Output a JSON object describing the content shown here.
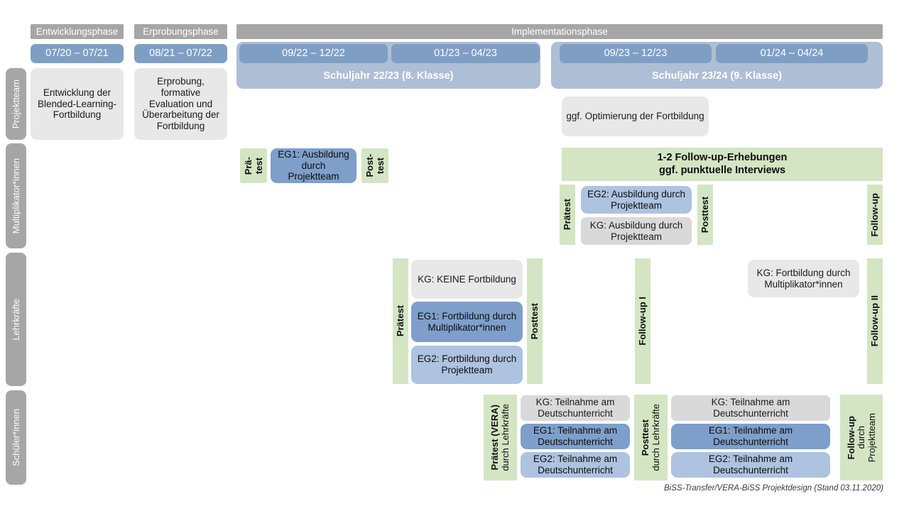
{
  "title": "BiSS-Transfer/VERA-BiSS Projektdesign",
  "colors": {
    "gray_header": "#a6a6a6",
    "date_pill": "#7f9ec4",
    "year_wrap": "#aebed5",
    "eg1": "#7f9fcb",
    "eg2": "#adc3e0",
    "kg": "#d9d9d9",
    "neutral": "#e8e8e8",
    "green": "#d3e5c3"
  },
  "phases": [
    {
      "name": "Entwicklungsphase",
      "date": "07/20 – 07/21"
    },
    {
      "name": "Erprobungsphase",
      "date": "08/21 – 07/22"
    },
    {
      "name": "Implementationsphase"
    }
  ],
  "school_years": [
    {
      "label": "Schuljahr 22/23 (8. Klasse)",
      "periods": [
        "09/22 – 12/22",
        "01/23 – 04/23"
      ]
    },
    {
      "label": "Schuljahr 23/24 (9. Klasse)",
      "periods": [
        "09/23 – 12/23",
        "01/24 – 04/24"
      ]
    }
  ],
  "rows": [
    {
      "label": "Projektteam"
    },
    {
      "label": "Multiplikator*innen"
    },
    {
      "label": "Lehrkräfte"
    },
    {
      "label": "Schüler*innen"
    }
  ],
  "projektteam": {
    "entwicklung": "Entwicklung der Blended-Learning-Fortbildung",
    "erprobung": "Erprobung, formative Evaluation und Überarbeitung der Fortbildung",
    "optimierung": "ggf. Optimierung der Fortbildung"
  },
  "multiplikatoren": {
    "praetest_1_line1": "Prä-",
    "praetest_1_line2": "test",
    "posttest_1_line1": "Post-",
    "posttest_1_line2": "test",
    "eg1": "EG1: Ausbildung durch Projektteam",
    "praetest_2": "Prätest",
    "posttest_2": "Posttest",
    "eg2": "EG2:  Ausbildung durch Projektteam",
    "kg": "KG: Ausbildung durch Projektteam",
    "followup": "Follow-up",
    "banner_line1": "1-2 Follow-up-Erhebungen",
    "banner_line2": "ggf. punktuelle Interviews"
  },
  "lehrkraefte": {
    "praetest": "Prätest",
    "posttest": "Posttest",
    "kg_keine": "KG:  KEINE Fortbildung",
    "eg1": "EG1: Fortbildung durch Multiplikator*innen",
    "eg2": "EG2: Fortbildung durch Projektteam",
    "followup_1": "Follow-up I",
    "kg_fortbildung": "KG: Fortbildung durch Multiplikator*innen",
    "followup_2": "Follow-up II"
  },
  "schuelerinnen": {
    "praetest_bold": "Prätest (VERA)",
    "praetest_thin": "durch Lehrkräfte",
    "posttest_bold": "Posttest",
    "posttest_thin": "durch Lehrkräfte",
    "followup_bold": "Follow-up",
    "followup_thin1": "durch",
    "followup_thin2": "Projektteam",
    "kg": "KG: Teilnahme am Deutschunterricht",
    "eg1": "EG1: Teilnahme am Deutschunterricht",
    "eg2": "EG2: Teilnahme am Deutschunterricht"
  },
  "footer": "BiSS-Transfer/VERA-BiSS Projektdesign (Stand 03.11.2020)"
}
